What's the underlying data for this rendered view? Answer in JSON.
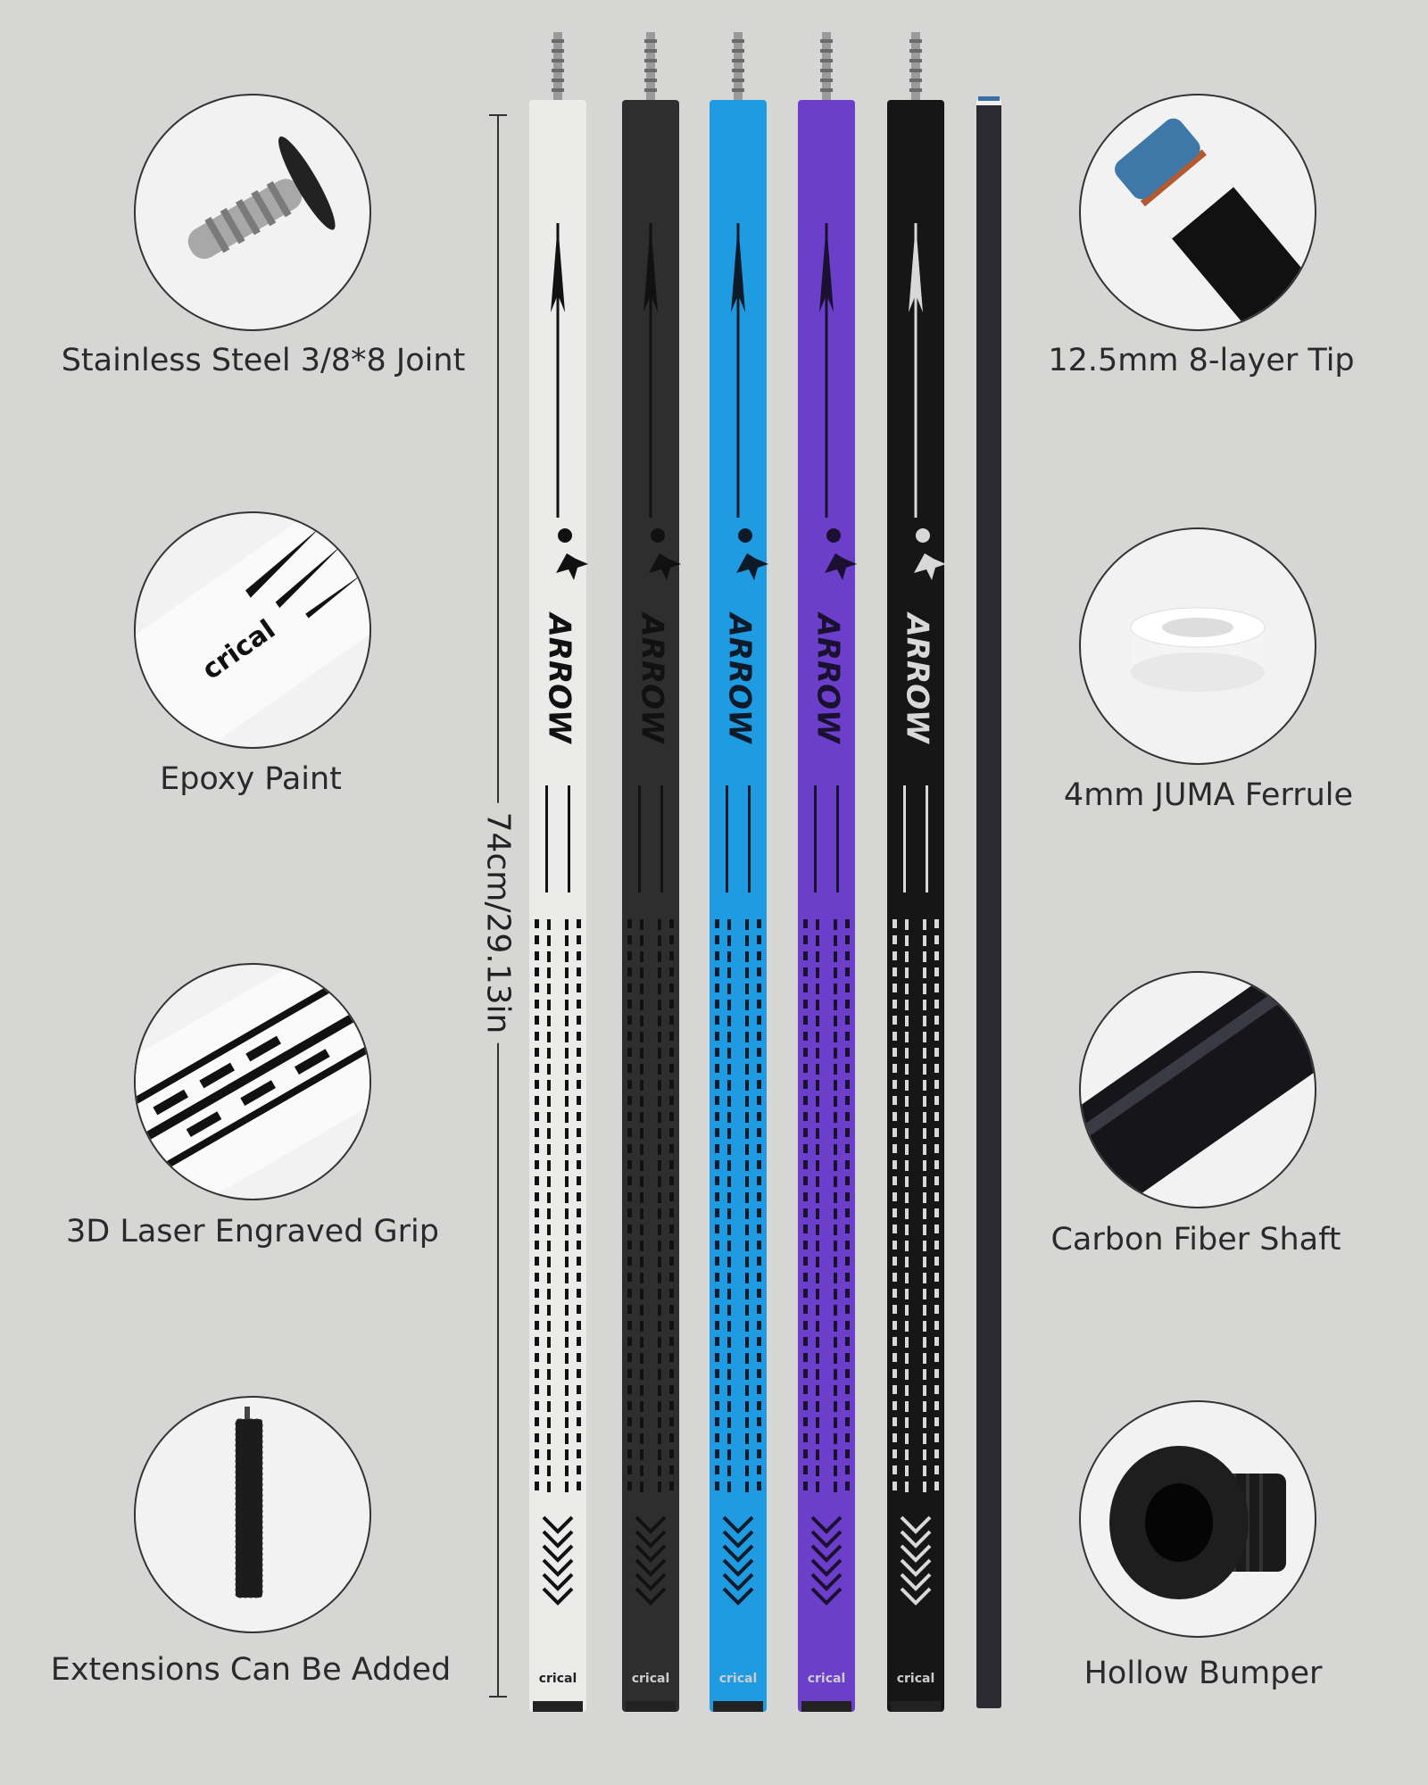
{
  "features_left": [
    {
      "label": "Stainless Steel 3/8*8 Joint",
      "icon": "joint-pin-icon"
    },
    {
      "label": "Epoxy Paint",
      "icon": "epoxy-paint-icon"
    },
    {
      "label": "3D Laser Engraved Grip",
      "icon": "grip-icon"
    },
    {
      "label": "Extensions Can Be Added",
      "icon": "extension-icon"
    }
  ],
  "features_right": [
    {
      "label": "12.5mm 8-layer Tip",
      "icon": "tip-icon"
    },
    {
      "label": "4mm JUMA Ferrule",
      "icon": "ferrule-icon"
    },
    {
      "label": "Carbon Fiber Shaft",
      "icon": "shaft-icon"
    },
    {
      "label": "Hollow Bumper",
      "icon": "bumper-icon"
    }
  ],
  "dimension": "74cm/29.13in",
  "cues": [
    {
      "color": "#ebebea",
      "ink": "#111111",
      "brand": "crical",
      "model": "ARROW"
    },
    {
      "color": "#2e2e2e",
      "ink": "#111111",
      "brand": "crical",
      "model": "ARROW"
    },
    {
      "color": "#1f9be2",
      "ink": "#0d1a2a",
      "brand": "crical",
      "model": "ARROW"
    },
    {
      "color": "#6b3fca",
      "ink": "#1a1030",
      "brand": "crical",
      "model": "ARROW"
    },
    {
      "color": "#161616",
      "ink": "#d8d8d8",
      "brand": "crical",
      "model": "ARROW"
    }
  ],
  "shaft_color": "#2a2a30"
}
